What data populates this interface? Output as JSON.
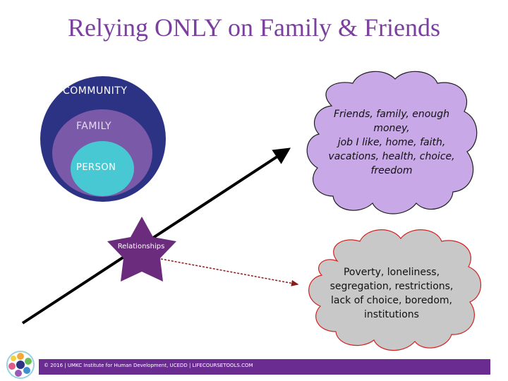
{
  "slide": {
    "title": "Relying ONLY on Family & Friends"
  },
  "circles": {
    "community": "COMMUNITY",
    "family": "FAMILY",
    "person": "PERSON"
  },
  "star": {
    "label": "Relationships"
  },
  "clouds": {
    "positive": {
      "lines": [
        "Friends, family, enough",
        "money,",
        "job I like, home, faith,",
        "vacations, health, choice,",
        "freedom"
      ]
    },
    "negative": {
      "lines": [
        "Poverty, loneliness,",
        "segregation, restrictions,",
        "lack of choice, boredom,",
        "institutions"
      ]
    }
  },
  "footer": {
    "text": "© 2016 | UMKC Institute for Human Development, UCEDD | LIFECOURSETOOLS.COM"
  },
  "colors": {
    "title": "#7b3f9e",
    "community": "#2c3385",
    "family": "#7a5aa8",
    "person": "#48c8d2",
    "positive_cloud": "#c9a8e8",
    "negative_cloud": "#c8c8c8",
    "star": "#6b2c7d",
    "footer": "#6b2c91"
  }
}
